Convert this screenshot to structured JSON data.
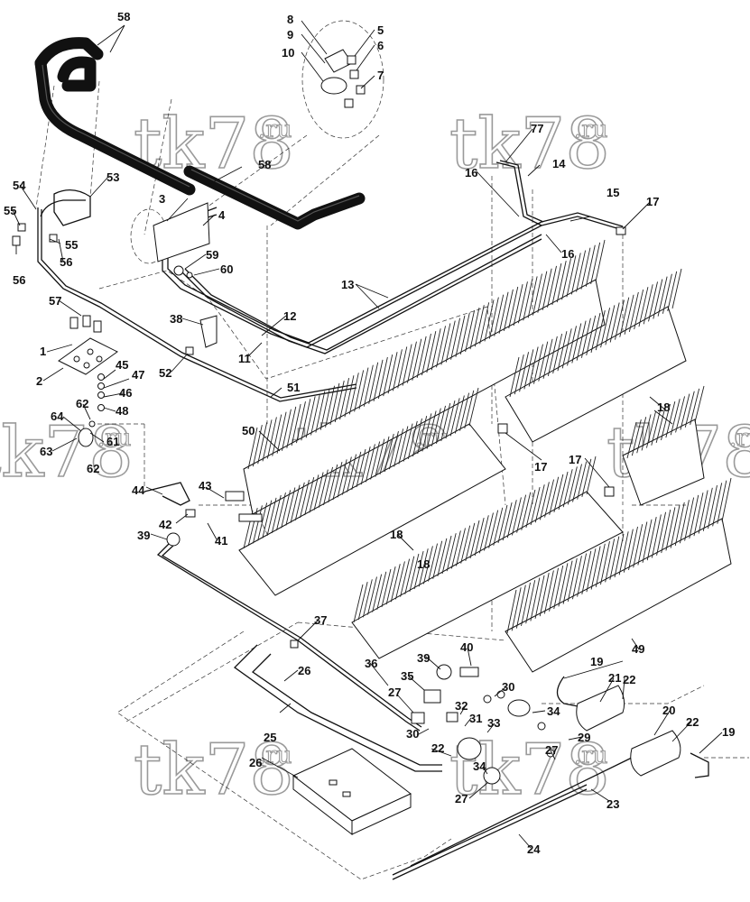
{
  "watermark": {
    "text": "tk78",
    "suffix": ".ru"
  },
  "callouts": [
    "58",
    "8",
    "9",
    "5",
    "6",
    "10",
    "7",
    "77",
    "14",
    "16",
    "15",
    "17",
    "54",
    "53",
    "55",
    "3",
    "4",
    "58",
    "56",
    "55",
    "56",
    "59",
    "60",
    "13",
    "16",
    "57",
    "38",
    "12",
    "11",
    "1",
    "45",
    "47",
    "2",
    "52",
    "46",
    "51",
    "62",
    "48",
    "64",
    "61",
    "63",
    "62",
    "50",
    "18",
    "18",
    "17",
    "17",
    "44",
    "43",
    "42",
    "41",
    "39",
    "18",
    "37",
    "49",
    "39",
    "40",
    "26",
    "36",
    "35",
    "27",
    "30",
    "19",
    "21",
    "22",
    "32",
    "31",
    "34",
    "33",
    "20",
    "22",
    "25",
    "30",
    "29",
    "19",
    "22",
    "27",
    "26",
    "34",
    "27",
    "23",
    "24"
  ],
  "colors": {
    "line": "#111111",
    "watermark": "#9a9a9a",
    "background": "#ffffff"
  }
}
